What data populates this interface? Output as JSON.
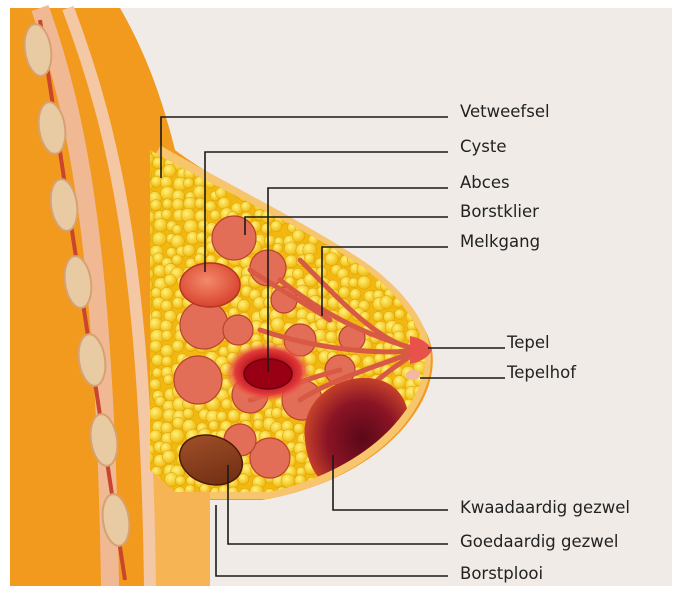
{
  "diagram": {
    "labels": {
      "vetweefsel": "Vetweefsel",
      "cyste": "Cyste",
      "abces": "Abces",
      "borstklier": "Borstklier",
      "melkgang": "Melkgang",
      "tepel": "Tepel",
      "tepelhof": "Tepelhof",
      "kwaadaardig": "Kwaadaardig gezwel",
      "goedaardig": "Goedaardig gezwel",
      "borstplooi": "Borstplooi"
    },
    "colors": {
      "background": "#f0ebe6",
      "skin": "#f29a1e",
      "skin_light": "#f7c06a",
      "fat": "#f5c518",
      "gland": "#e0705a",
      "abscess": "#b0101e",
      "cyst": "#e4503c",
      "benign_tumor": "#8a3a18",
      "malignant_tumor": "#7a1020",
      "muscle_band": "#f1b894",
      "rib": "#e8c9a0"
    }
  }
}
